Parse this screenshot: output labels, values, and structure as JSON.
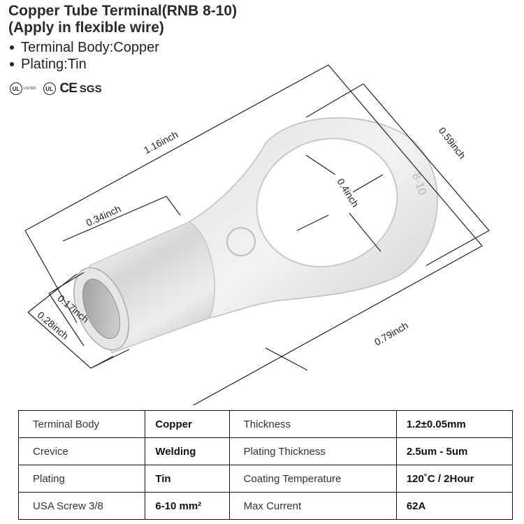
{
  "header": {
    "title_line1": "Copper Tube Terminal(RNB 8-10)",
    "title_line2": "(Apply in flexible wire)"
  },
  "features": [
    "Terminal Body:Copper",
    "Plating:Tin"
  ],
  "certifications": {
    "ul_text": "UL",
    "listed_text": "LISTED",
    "ce_text": "CE",
    "sgs_text": "SGS"
  },
  "dimensions": {
    "total_length": "1.16inch",
    "ring_width": "0.59inch",
    "hole_diameter": "0.4inch",
    "barrel_length": "0.34inch",
    "inner_diameter": "0.17inch",
    "outer_diameter": "0.28inch",
    "ring_length": "0.79inch"
  },
  "specs": [
    {
      "label1": "Terminal Body",
      "value1": "Copper",
      "label2": "Thickness",
      "value2": "1.2±0.05mm"
    },
    {
      "label1": "Crevice",
      "value1": "Welding",
      "label2": "Plating Thickness",
      "value2": "2.5um - 5um"
    },
    {
      "label1": "Plating",
      "value1": "Tin",
      "label2": "Coating Temperature",
      "value2": "120˚C / 2Hour"
    },
    {
      "label1": "USA Screw 3/8",
      "value1": "6-10 mm²",
      "label2": "Max Current",
      "value2": "62A"
    }
  ],
  "colors": {
    "metal_light": "#eeeeee",
    "metal_mid": "#cfcfcf",
    "metal_dark": "#9a9a9a",
    "line": "#222222"
  }
}
